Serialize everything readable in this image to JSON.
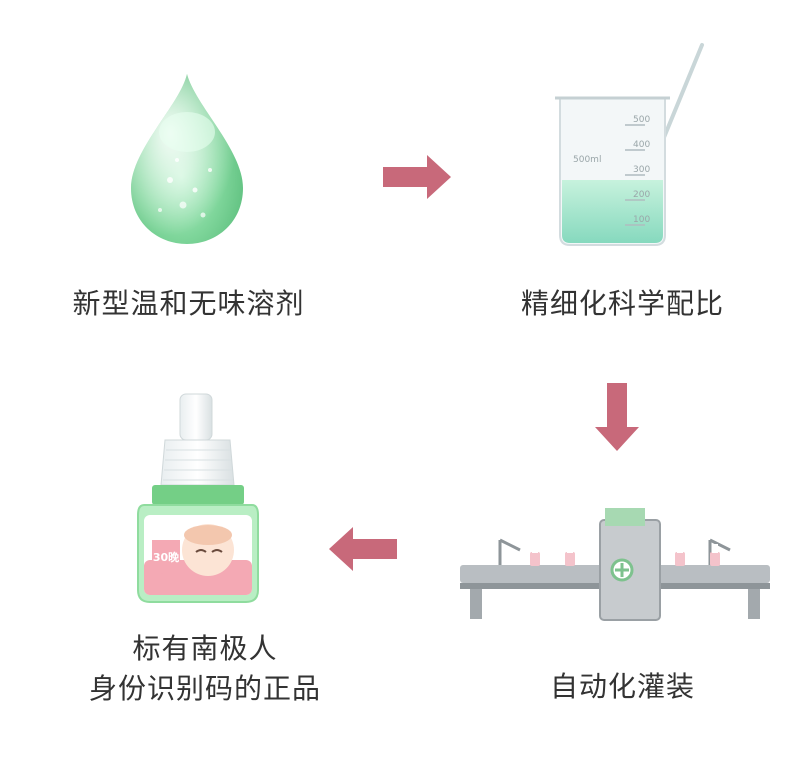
{
  "steps": [
    {
      "id": "solvent",
      "caption": "新型温和无味溶剂",
      "icon": "water-drop-icon"
    },
    {
      "id": "formula",
      "caption": "精细化科学配比",
      "icon": "beaker-icon"
    },
    {
      "id": "filling",
      "caption": "自动化灌装",
      "icon": "production-line-icon"
    },
    {
      "id": "authentic",
      "caption_lines": [
        "标有南极人",
        "身份识别码的正品"
      ],
      "icon": "mosquito-liquid-bottle-icon"
    }
  ],
  "beaker": {
    "marks": [
      "500",
      "400",
      "300",
      "200",
      "100"
    ],
    "label": "500ml"
  },
  "bottle": {
    "badge": "30晚"
  },
  "colors": {
    "arrow": "#c8697a",
    "liquid": "#9fe3c2",
    "bottle_green": "#8fdc9e",
    "label_pink": "#f4a9b4"
  }
}
